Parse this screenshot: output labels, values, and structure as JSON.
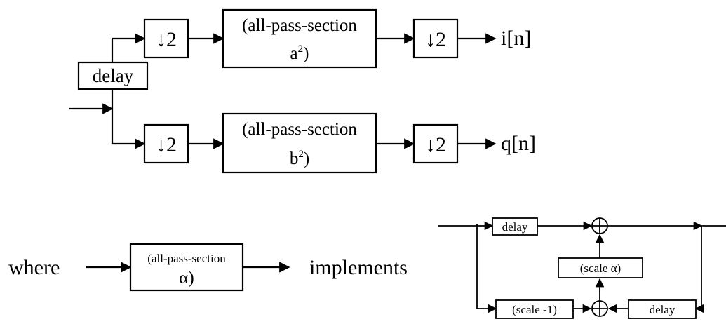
{
  "top_diagram": {
    "delay_label": "delay",
    "downsample_label": "↓2",
    "allpass_a_line1": "(all-pass-section",
    "allpass_a_line2": "a",
    "allpass_a_exp": "2",
    "allpass_a_close": ")",
    "allpass_b_line1": "(all-pass-section",
    "allpass_b_line2": "b",
    "allpass_b_exp": "2",
    "allpass_b_close": ")",
    "output_i": "i[n]",
    "output_q": "q[n]"
  },
  "bottom_diagram": {
    "where_label": "where",
    "allpass_line1": "(all-pass-section",
    "allpass_line2": "α)",
    "implements_label": "implements"
  },
  "allpass_impl": {
    "delay_top": "delay",
    "delay_bottom": "delay",
    "scale_alpha": "(scale α)",
    "scale_neg1": "(scale -1)"
  }
}
